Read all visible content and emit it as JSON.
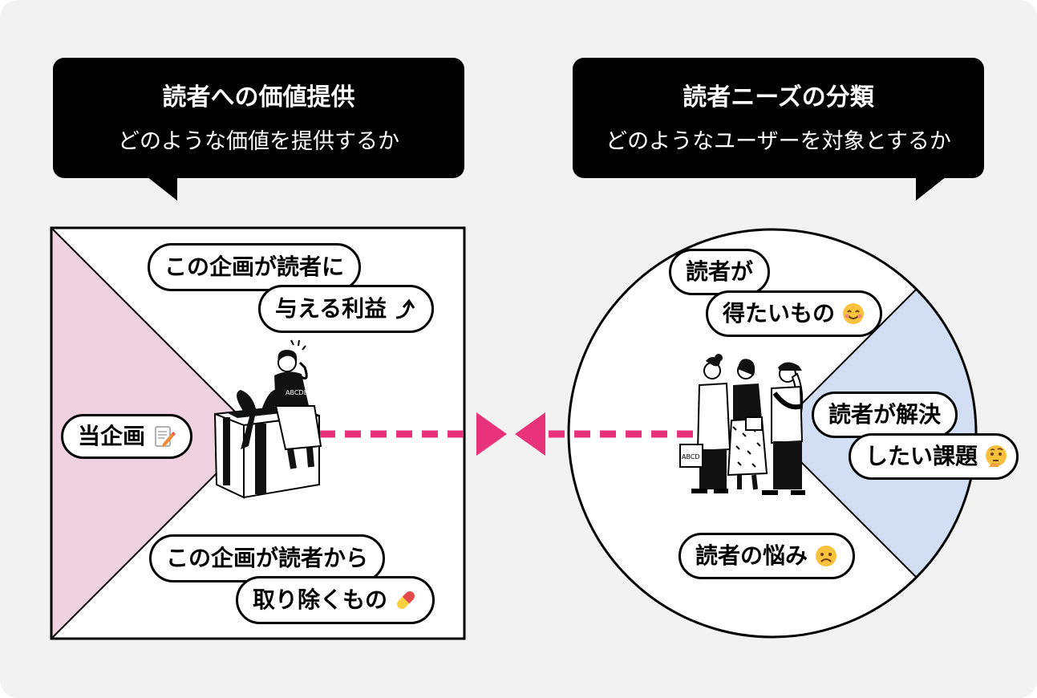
{
  "left_panel": {
    "title": "読者への価値提供",
    "subtitle": "どのような価値を提供するか",
    "labels": {
      "main": "当企画",
      "benefit_line1": "この企画が読者に",
      "benefit_line2": "与える利益",
      "removal_line1": "この企画が読者から",
      "removal_line2": "取り除くもの"
    },
    "icons": [
      "memo-icon",
      "up-arrow-icon",
      "pill-icon"
    ],
    "colors": {
      "triangle": "#efd1df"
    }
  },
  "right_panel": {
    "title": "読者ニーズの分類",
    "subtitle": "どのようなユーザーを対象とするか",
    "labels": {
      "gain_line1": "読者が",
      "gain_line2": "得たいもの",
      "task_line1": "読者が解決",
      "task_line2": "したい課題",
      "pain": "読者の悩み"
    },
    "icons": [
      "smile-icon",
      "thinking-face-icon",
      "frown-face-icon"
    ],
    "colors": {
      "wedge": "#d2def3"
    }
  },
  "illustrations": {
    "gift_bag_text": "ABCDE",
    "shopping_bag_text": "ABCD"
  },
  "colors": {
    "background": "#f2f2f2",
    "arrow": "#e8337b",
    "header": "#000000"
  }
}
